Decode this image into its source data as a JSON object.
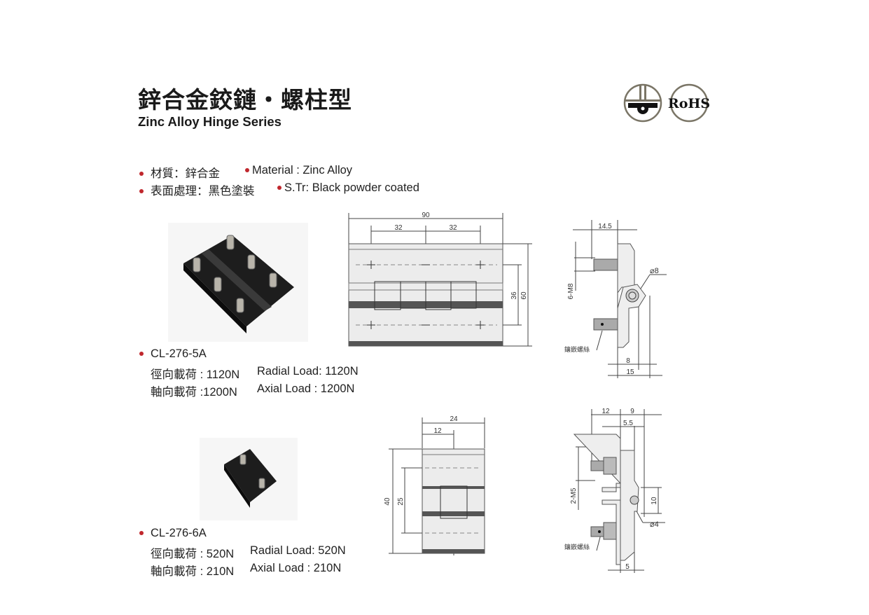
{
  "header": {
    "title_zh": "鋅合金鉸鏈・螺柱型",
    "title_en": "Zinc Alloy Hinge Series",
    "badges": [
      {
        "icon": "ground-mount-icon"
      },
      {
        "label": "RoHS",
        "icon": "rohs-icon"
      }
    ]
  },
  "specs": [
    {
      "zh": "材質：鋅合金",
      "en": "Material : Zinc Alloy"
    },
    {
      "zh": "表面處理：黑色塗裝",
      "en": "S.Tr: Black powder coated"
    }
  ],
  "products": [
    {
      "model": "CL-276-5A",
      "radial_zh": "徑向載荷 : 1120N",
      "radial_en": "Radial Load: 1120N",
      "axial_zh": "軸向載荷 :1200N",
      "axial_en": "Axial Load : 1200N",
      "front_dims": {
        "width": "90",
        "pitch_left": "32",
        "pitch_right": "32",
        "inner": "36",
        "height": "60"
      },
      "side_dims": {
        "offset": "14.5",
        "thread": "6-M8",
        "pin": "⌀8",
        "insert": "鑲嵌螺絲",
        "d1": "8",
        "d2": "15"
      }
    },
    {
      "model": "CL-276-6A",
      "radial_zh": "徑向載荷 : 520N",
      "radial_en": "Radial Load: 520N",
      "axial_zh": "軸向載荷 : 210N",
      "axial_en": "Axial Load : 210N",
      "front_dims": {
        "width": "24",
        "half": "12",
        "height": "40",
        "pitch": "25"
      },
      "side_dims": {
        "offset": "12",
        "d1": "9",
        "d2": "5.5",
        "thread": "2-M5",
        "h": "10",
        "pin": "⌀4",
        "insert": "鑲嵌螺絲",
        "d3": "5"
      }
    }
  ],
  "colors": {
    "bullet": "#c0272d",
    "badge_ring": "#7a7566"
  }
}
